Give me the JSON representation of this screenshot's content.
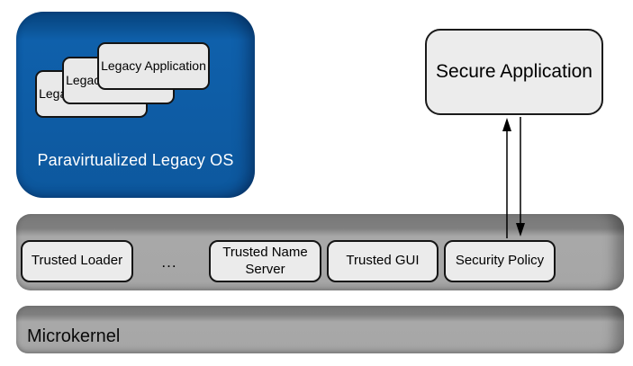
{
  "colors": {
    "blue_main": "#0f60ab",
    "blue_bevel": "#084683",
    "gray_main": "#a6a6a6",
    "gray_bevel": "#787878",
    "box_fill": "#ebebeb",
    "box_border": "#141414",
    "arrow": "#000000"
  },
  "legacy_os": {
    "label": "Paravirtualized Legacy OS",
    "apps": [
      "Legacy Application",
      "Legacy Application",
      "Legacy Application"
    ]
  },
  "secure_app": {
    "label": "Secure Application"
  },
  "trusted_bar": {
    "boxes": [
      "Trusted Loader",
      "Trusted Name Server",
      "Trusted GUI",
      "Security Policy"
    ],
    "ellipsis": "..."
  },
  "microkernel": {
    "label": "Microkernel"
  }
}
